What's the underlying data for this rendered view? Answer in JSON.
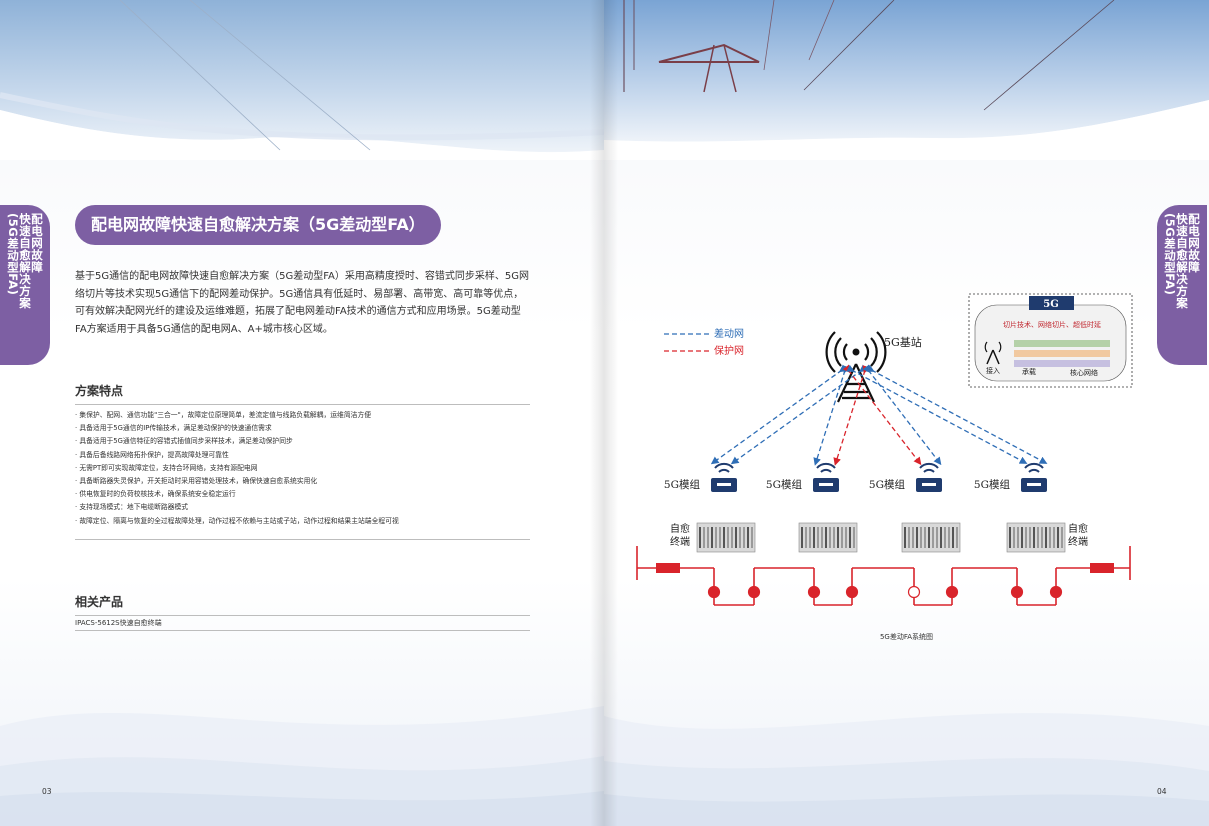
{
  "left_page": {
    "side_tab": "配电网故障\n快速自愈解决方案\n(5G差动型FA)",
    "title": "配电网故障快速自愈解决方案（5G差动型FA）",
    "intro": "基于5G通信的配电网故障快速自愈解决方案（5G差动型FA）采用高精度授时、容错式同步采样、5G网络切片等技术实现5G通信下的配网差动保护。5G通信具有低延时、易部署、高带宽、高可靠等优点，可有效解决配网光纤的建设及运维难题，拓展了配电网差动FA技术的通信方式和应用场景。5G差动型FA方案适用于具备5G通信的配电网A、A+城市核心区域。",
    "features_heading": "方案特点",
    "features": [
      "· 集保护、配网、通信功能\"三合一\"，故障定位原理简单，差流定值与线路负载解耦，运维简洁方便",
      "· 具备适用于5G通信的IP传输技术，满足差动保护的快速通信需求",
      "· 具备适用于5G通信特征的容错式插值同步采样技术，满足差动保护同步",
      "· 具备后备线路网络拓扑保护，提高故障处理可靠性",
      "· 无需PT即可实现故障定位，支持合环网络，支持有源配电网",
      "· 具备断路器失灵保护，开关拒动时采用容错处理技术，确保快速自愈系统实用化",
      "· 供电恢复时的负荷校核技术，确保系统安全稳定运行",
      "· 支持现场模式：地下电缆断路器模式",
      "· 故障定位、隔离与恢复的全过程故障处理，动作过程不依赖与主站或子站，动作过程和结果主站端全程可视"
    ],
    "products_heading": "相关产品",
    "product": "IPACS-5612S快速自愈终端",
    "page_number": "03"
  },
  "right_page": {
    "side_tab": "配电网故障\n快速自愈解决方案\n(5G差动型FA)",
    "diagram": {
      "legend_diff": "差动网",
      "legend_protect": "保护网",
      "base_station": "5G基站",
      "inset_title": "5G",
      "inset_label": "切片技术、网络切片、超低时延",
      "inset_access": "接入",
      "inset_bearer": "承载",
      "inset_core": "核心网络",
      "modules": [
        "5G模组",
        "5G模组",
        "5G模组",
        "5G模组"
      ],
      "terminal_left": "自愈\n终端",
      "terminal_right": "自愈\n终端"
    },
    "caption": "5G差动FA系统图",
    "page_number": "04"
  },
  "colors": {
    "accent": "#7d5fa3",
    "protect_red": "#d9242b",
    "diff_blue": "#2f6eb6",
    "navy": "#1f3b6e"
  }
}
